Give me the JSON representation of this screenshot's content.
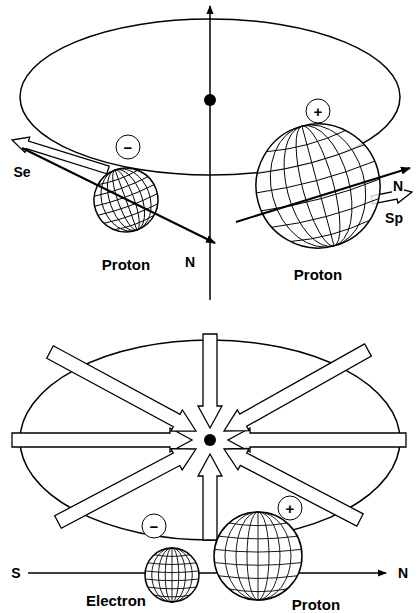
{
  "diagram": {
    "nodes": [
      {
        "text": [
          "−",
          "Proton"
        ]
      },
      {
        "text": [
          "+",
          "Proton"
        ]
      },
      {
        "text": [
          "−",
          "Electron"
        ]
      },
      {
        "text": [
          "+",
          "Proton"
        ]
      }
    ],
    "labels": [
      "Se",
      "N",
      "Sp",
      "N",
      "S",
      "N"
    ]
  }
}
